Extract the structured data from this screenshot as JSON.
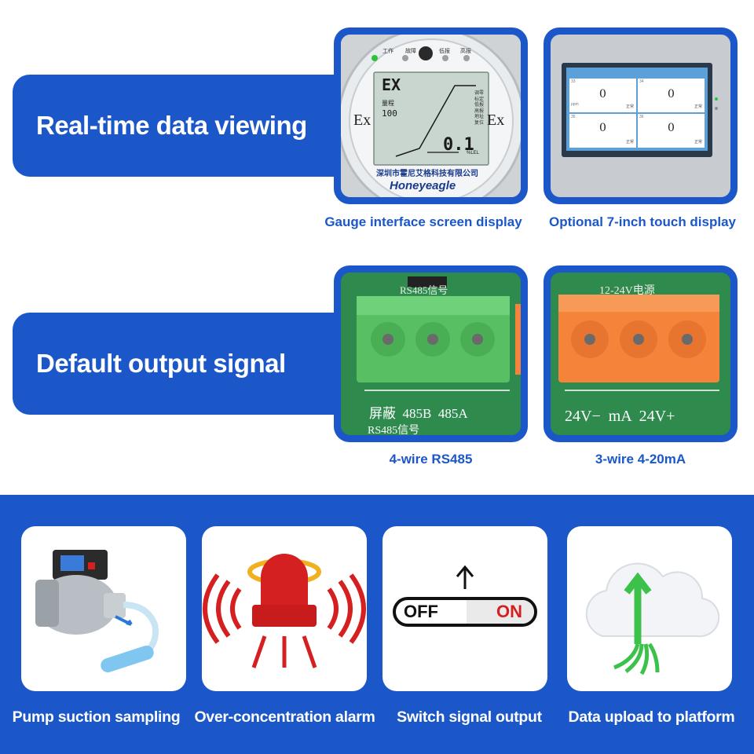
{
  "row1": {
    "heading": "Real-time data viewing",
    "left_caption": "Gauge interface screen display",
    "right_caption": "Optional 7-inch touch display",
    "gauge": {
      "indicators": [
        "工作",
        "故障",
        "低报",
        "高报"
      ],
      "ex_left": "Ex",
      "ex_right": "Ex",
      "lcd_gas": "EX",
      "lcd_range_label": "量程",
      "lcd_range_value": "100",
      "lcd_reading": "0.1",
      "lcd_unit": "%LEL",
      "lcd_side_labels": [
        "调零",
        "标定",
        "低报",
        "高报",
        "地址",
        "复位"
      ],
      "company": "深圳市霍尼艾格科技有限公司",
      "brand": "Honeyeagle"
    },
    "touch": {
      "cells": [
        {
          "id": "33",
          "value": "0",
          "unit": "ppm",
          "status": "正常"
        },
        {
          "id": "34",
          "value": "0",
          "unit": "",
          "status": "正常"
        },
        {
          "id": "35",
          "value": "0",
          "unit": "",
          "status": "正常"
        },
        {
          "id": "36",
          "value": "0",
          "unit": "",
          "status": "正常"
        }
      ]
    }
  },
  "row2": {
    "heading": "Default output signal",
    "left_caption": "4-wire RS485",
    "right_caption": "3-wire 4-20mA",
    "rs485_board": {
      "top_label": "RS485信号",
      "pins": "屏蔽  485B  485A",
      "bottom_label": "RS485信号"
    },
    "ma_board": {
      "top_label": "12-24V电源",
      "pins": "24V−  mA  24V+"
    }
  },
  "features": [
    {
      "label": "Pump suction sampling",
      "icon": "pump-icon"
    },
    {
      "label": "Over-concentration alarm",
      "icon": "alarm-siren-icon"
    },
    {
      "label": "Switch signal output",
      "icon": "switch-toggle-icon",
      "off": "OFF",
      "on": "ON"
    },
    {
      "label": "Data upload to platform",
      "icon": "cloud-upload-icon"
    }
  ],
  "colors": {
    "brand_blue": "#1b57c8",
    "alarm_red": "#d42020",
    "upload_green": "#3cc24a",
    "terminal_green": "#4fbf57",
    "terminal_orange": "#f5843a"
  }
}
